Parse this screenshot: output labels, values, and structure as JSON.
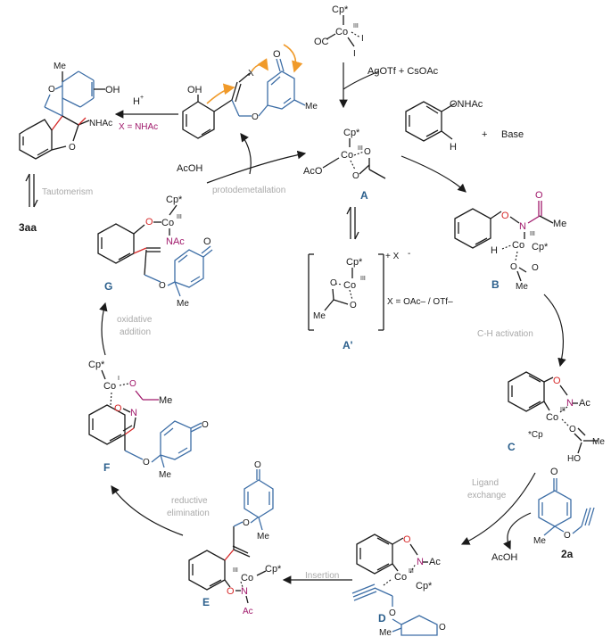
{
  "catalyst": {
    "cp": "Cp*",
    "metal": "Co",
    "ox": "III",
    "ligand_co": "OC",
    "ligand_i": "I",
    "additives": "AgOTf + CsOAc"
  },
  "substrate": {
    "group": "ONHAc",
    "h": "H",
    "plus": "+",
    "base": "Base"
  },
  "species": {
    "A": "A",
    "A_prime": "A'",
    "B": "B",
    "C": "C",
    "D": "D",
    "E": "E",
    "F": "F",
    "G": "G",
    "product": "3aa",
    "alkyne": "2a"
  },
  "text": {
    "cp_star": "Cp*",
    "star_cp": "*Cp",
    "co": "Co",
    "iii": "III",
    "i_roman": "I",
    "aco": "AcO",
    "me": "Me",
    "o": "O",
    "n": "N",
    "h": "H",
    "ac": "Ac",
    "nac": "NAc",
    "nhac": "NHAc",
    "oh": "OH",
    "ho": "HO",
    "x": "X",
    "acoh": "AcOH",
    "counter_ion": "+ X",
    "counter_minus": "-",
    "x_def": "X = OAc– / OTf–",
    "h_plus": "H",
    "plus_sign": "+",
    "x_nhac": "X = NHAc"
  },
  "steps": {
    "protodemetallation": "protodemetallation",
    "ch_activation": "C-H activation",
    "ligand_exchange_1": "Ligand",
    "ligand_exchange_2": "exchange",
    "insertion": "Insertion",
    "reductive_elimination_1": "reductive",
    "reductive_elimination_2": "elimination",
    "oxidative_addition_1": "oxidative",
    "oxidative_addition_2": "addition",
    "tautomerism": "Tautomerism"
  },
  "colors": {
    "label_blue": "#2b5f8c",
    "structure_blue": "#3d6ea6",
    "acyl_magenta": "#a0196b",
    "new_bond_red": "#d62a2a",
    "arrow_orange": "#f09a2a",
    "caption_grey": "#a9a9a9"
  }
}
